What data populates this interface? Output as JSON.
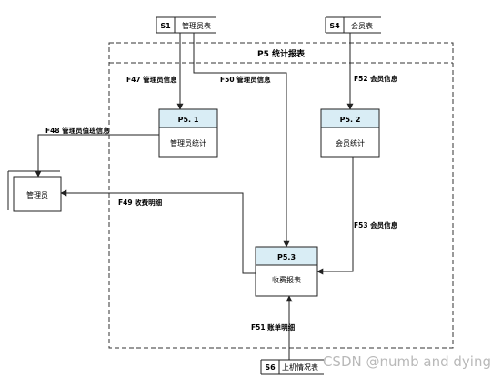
{
  "diagram": {
    "container": {
      "label": "P5 统计报表"
    },
    "data_stores": [
      {
        "id": "S1",
        "name": "管理员表"
      },
      {
        "id": "S4",
        "name": "会员表"
      },
      {
        "id": "S6",
        "name": "上机情况表"
      }
    ],
    "processes": [
      {
        "id": "P5. 1",
        "name": "管理员统计"
      },
      {
        "id": "P5. 2",
        "name": "会员统计"
      },
      {
        "id": "P5.3",
        "name": "收费报表"
      }
    ],
    "external_entities": [
      {
        "name": "管理员"
      }
    ],
    "flows": [
      {
        "label": "F47 管理员信息"
      },
      {
        "label": "F50 管理员信息"
      },
      {
        "label": "F52 会员信息"
      },
      {
        "label": "F48 管理员值班信息"
      },
      {
        "label": "F49 收费明细"
      },
      {
        "label": "F53 会员信息"
      },
      {
        "label": "F51 账单明细"
      }
    ]
  },
  "watermark": "CSDN @numb and dying",
  "colors": {
    "process_header": "#d9edf5",
    "line": "#222222",
    "watermark": "#c8c8c8"
  }
}
